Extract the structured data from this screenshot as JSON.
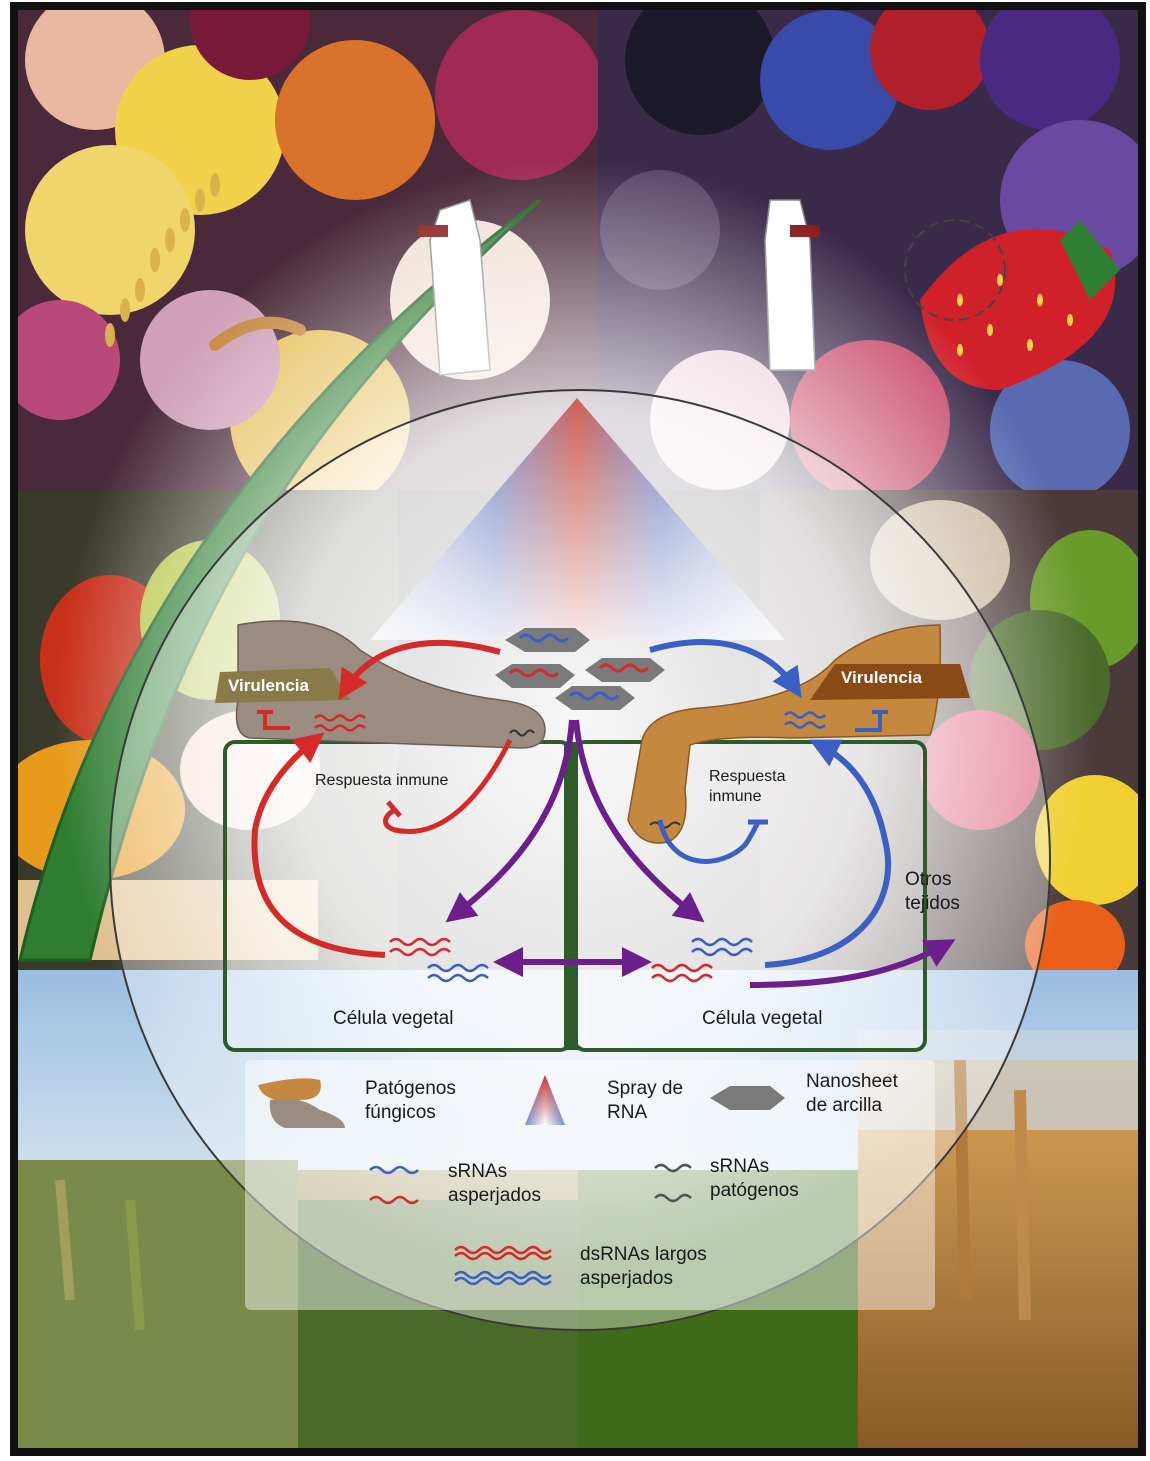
{
  "diagram": {
    "virulence_left": "Virulencia",
    "virulence_right": "Virulencia",
    "immune_left": "Respuesta inmune",
    "immune_right": [
      "Respuesta",
      "inmune"
    ],
    "other_tissues": [
      "Otros",
      "tejidos"
    ],
    "cell_left": "Célula vegetal",
    "cell_right": "Célula vegetal"
  },
  "legend": {
    "fungal_pathogens": [
      "Patógenos",
      "fúngicos"
    ],
    "rna_spray": [
      "Spray de",
      "RNA"
    ],
    "clay_nanosheet": [
      "Nanosheet",
      "de arcilla"
    ],
    "sprayed_srnas": [
      "sRNAs",
      "asperjados"
    ],
    "pathogen_srnas": [
      "sRNAs",
      "patógenos"
    ],
    "long_dsrnas": [
      "dsRNAs largos",
      "asperjados"
    ]
  },
  "colors": {
    "sprayed_red": "#d42a2a",
    "sprayed_blue": "#3b5fc4",
    "transport_purple": "#6b1f8a",
    "cell_wall_green": "#2f5a2a",
    "fungus_brown": "#c4883f",
    "fungus_grey": "#9a8c80",
    "nanosheet_grey": "#7a7a7a"
  }
}
